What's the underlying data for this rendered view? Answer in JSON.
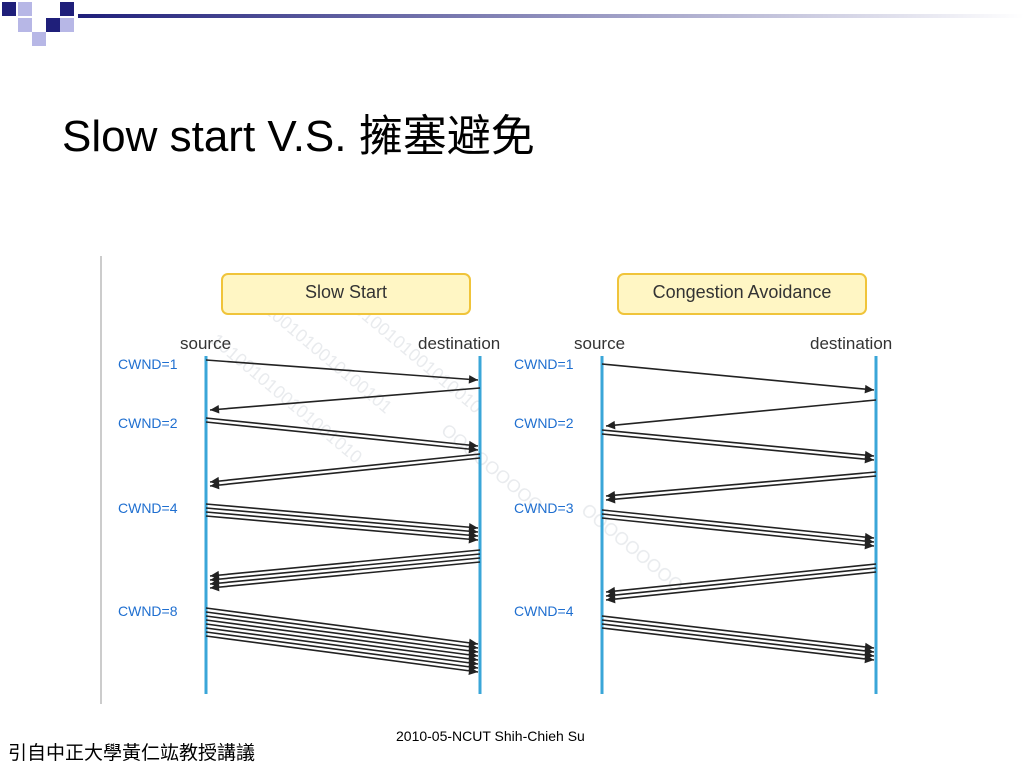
{
  "slide": {
    "title_en": "Slow start V.S.",
    "title_zh": "擁塞避免",
    "footer_left": "引自中正大學黃仁竑教授講議",
    "footer_center": "2010-05-NCUT Shih-Chieh Su"
  },
  "colors": {
    "corner_blue": "#1f1f7a",
    "corner_lavender": "#b7b7e6",
    "timeline": "#3aa6d8",
    "cwnd_label": "#1f6fd0",
    "box_fill": "#fff6c4",
    "box_border": "#f0c43a",
    "arrow": "#222222"
  },
  "diagram": {
    "panels": [
      {
        "title": "Slow Start",
        "source_label": "source",
        "destination_label": "destination",
        "cwnd_labels": [
          "CWND=1",
          "CWND=2",
          "CWND=4",
          "CWND=8"
        ]
      },
      {
        "title": "Congestion  Avoidance",
        "source_label": "source",
        "destination_label": "destination",
        "cwnd_labels": [
          "CWND=1",
          "CWND=2",
          "CWND=3",
          "CWND=4"
        ]
      }
    ]
  }
}
